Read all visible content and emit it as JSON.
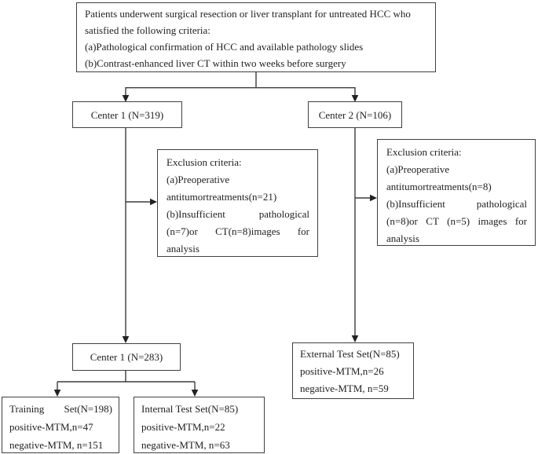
{
  "diagram": {
    "eligibility": {
      "lines": [
        "Patients underwent surgical resection or liver transplant for untreated HCC who",
        "satisfied the following criteria:",
        "(a)Pathological confirmation of HCC and available pathology slides",
        "(b)Contrast-enhanced liver CT within two weeks before surgery"
      ]
    },
    "center1_initial": {
      "label": "Center 1 (N=319)"
    },
    "center2_initial": {
      "label": "Center 2 (N=106)"
    },
    "exclusion_left": {
      "lines": [
        "Exclusion criteria:",
        "(a)Preoperative",
        "antitumortreatments(n=21)",
        "(b)Insufficient pathological",
        "(n=7)or CT(n=8)images for",
        "analysis"
      ]
    },
    "exclusion_right": {
      "lines": [
        "Exclusion criteria:",
        "(a)Preoperative",
        "antitumortreatments(n=8)",
        "(b)Insufficient pathological",
        "(n=8)or CT (n=5) images for",
        "analysis"
      ]
    },
    "center1_final": {
      "label": "Center 1 (N=283)"
    },
    "external_test": {
      "lines": [
        "External Test Set(N=85)",
        "positive-MTM,n=26",
        "negative-MTM, n=59"
      ]
    },
    "training_set": {
      "lines": [
        "Training Set(N=198)",
        "positive-MTM,n=47",
        "negative-MTM, n=151"
      ]
    },
    "internal_test": {
      "lines": [
        "Internal Test Set(N=85)",
        "positive-MTM,n=22",
        "negative-MTM, n=63"
      ]
    },
    "colors": {
      "line": "#3c3c3c",
      "arrow": "#222222",
      "border": "#404040",
      "text": "#1f1f1f"
    }
  }
}
